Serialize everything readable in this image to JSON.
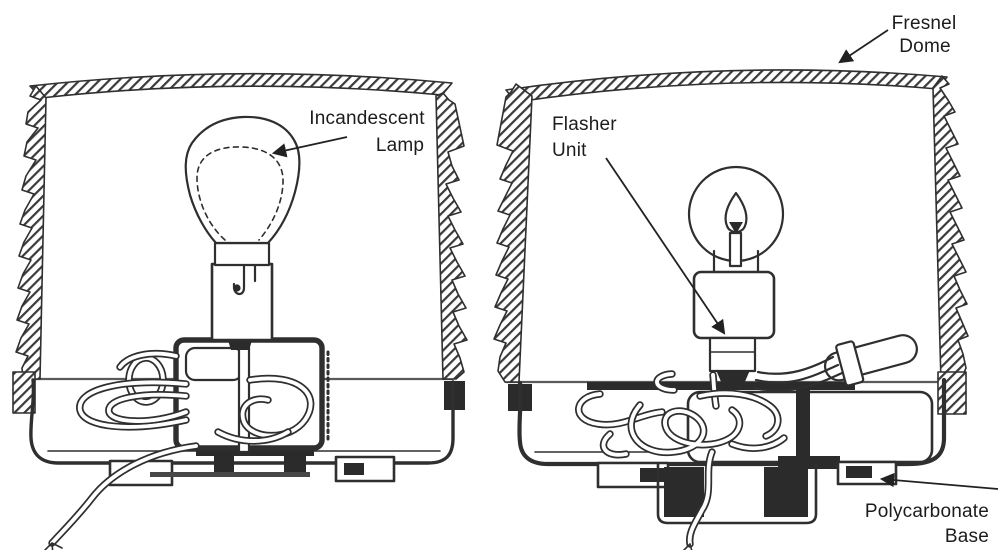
{
  "colors": {
    "background": "#ffffff",
    "ink": "#2f2f2f",
    "label": "#1c1c1c"
  },
  "labels": {
    "incandescent_lamp": {
      "line1": "Incandescent",
      "line2": "Lamp"
    },
    "flasher_unit": {
      "line1": "Flasher",
      "line2": "Unit"
    },
    "fresnel_dome": {
      "line1": "Fresnel",
      "line2": "Dome"
    },
    "polycarbonate_base": {
      "line1": "Polycarbonate",
      "line2": "Base"
    }
  }
}
